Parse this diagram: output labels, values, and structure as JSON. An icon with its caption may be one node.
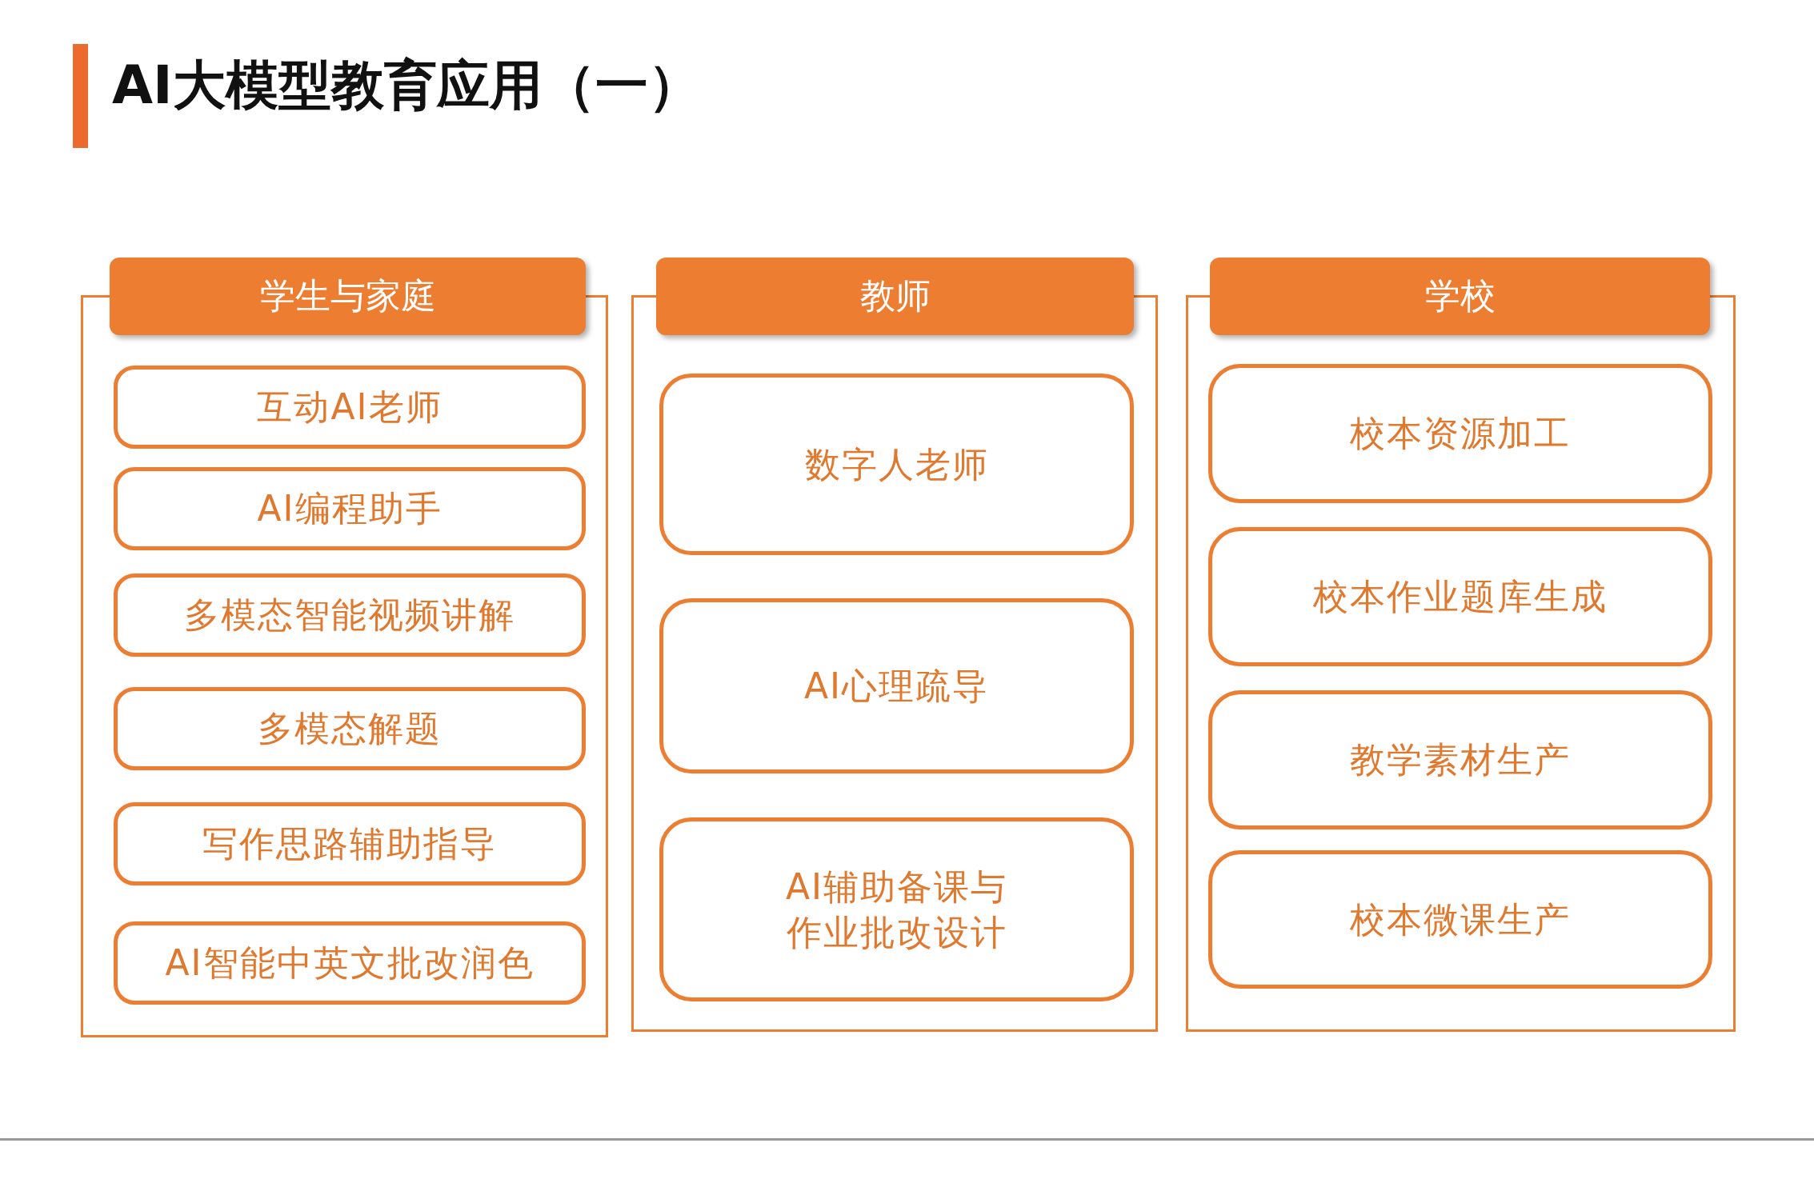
{
  "diagram": {
    "title": "AI大模型教育应用（一）",
    "nodes": [
      {
        "text": [
          "学生与家庭"
        ]
      },
      {
        "text": [
          "互动AI老师"
        ],
        "in": 0
      },
      {
        "text": [
          "AI编程助手"
        ],
        "in": 0
      },
      {
        "text": [
          "多模态智能视频讲解"
        ],
        "in": 0
      },
      {
        "text": [
          "多模态解题"
        ],
        "in": 0
      },
      {
        "text": [
          "写作思路辅助指导"
        ],
        "in": 0
      },
      {
        "text": [
          "AI智能中英文批改润色"
        ],
        "in": 0
      },
      {
        "text": [
          "教师"
        ]
      },
      {
        "text": [
          "数字人老师"
        ],
        "in": 7
      },
      {
        "text": [
          "AI心理疏导"
        ],
        "in": 7
      },
      {
        "text": [
          "AI辅助备课与作业批改设计"
        ],
        "in": 7
      },
      {
        "text": [
          "学校"
        ]
      },
      {
        "text": [
          "校本资源加工"
        ],
        "in": 11
      },
      {
        "text": [
          "校本作业题库生成"
        ],
        "in": 11
      },
      {
        "text": [
          "教学素材生产"
        ],
        "in": 11
      },
      {
        "text": [
          "校本微课生产"
        ],
        "in": 11
      }
    ]
  }
}
